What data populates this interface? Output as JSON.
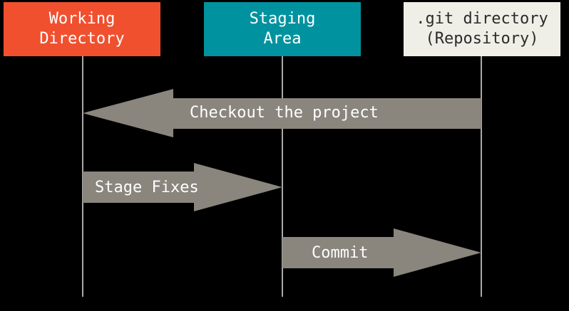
{
  "colors": {
    "background": "#000000",
    "working_fill": "#f1502f",
    "staging_fill": "#00939f",
    "repo_fill": "#efefe7",
    "arrow_fill": "#8a857d",
    "lifeline": "#a9a9a9",
    "light_text": "#ffffff",
    "dark_text": "#2b2b2b"
  },
  "areas": {
    "working": {
      "line1": "Working",
      "line2": "Directory"
    },
    "staging": {
      "line1": "Staging",
      "line2": "Area"
    },
    "repo": {
      "line1": ".git directory",
      "line2": "(Repository)"
    }
  },
  "arrows": {
    "checkout": {
      "label": "Checkout the project",
      "from": "repo",
      "to": "working"
    },
    "stage": {
      "label": "Stage Fixes",
      "from": "working",
      "to": "staging"
    },
    "commit": {
      "label": "Commit",
      "from": "staging",
      "to": "repo"
    }
  }
}
